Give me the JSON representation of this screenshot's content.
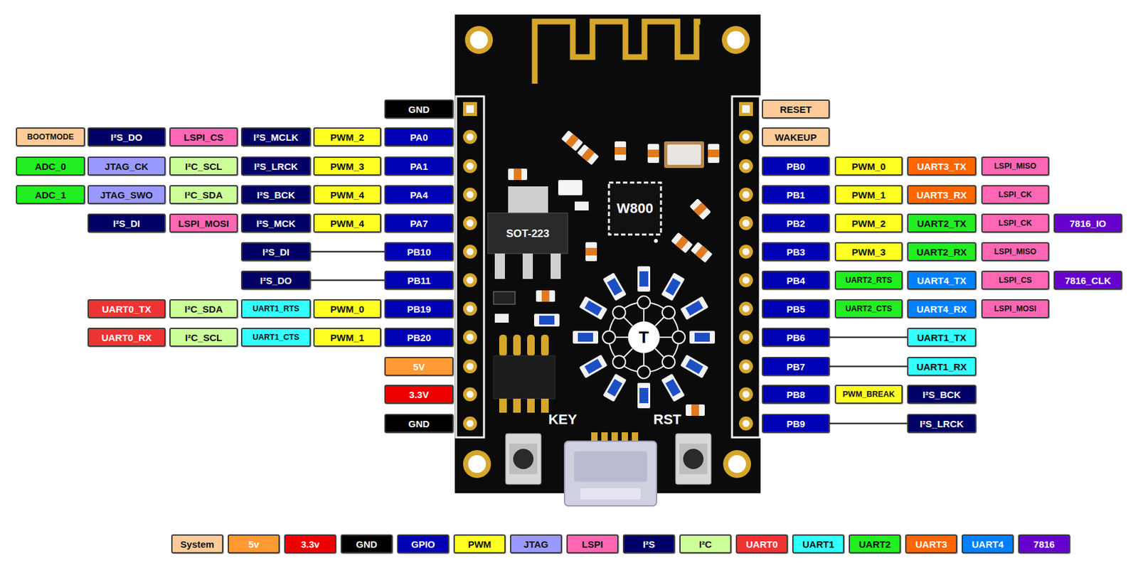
{
  "diagram": {
    "nodes": [
      {
        "text": [
          "GND"
        ]
      },
      {
        "text": [
          "RESET"
        ]
      },
      {
        "text": [
          "BOOTMODE"
        ]
      },
      {
        "text": [
          "I²S_DO"
        ]
      },
      {
        "text": [
          "LSPI_CS"
        ]
      },
      {
        "text": [
          "I²S_MCLK"
        ]
      },
      {
        "text": [
          "PWM_2"
        ]
      },
      {
        "text": [
          "PA0"
        ]
      },
      {
        "text": [
          "WAKEUP"
        ]
      },
      {
        "text": [
          "ADC_0"
        ]
      },
      {
        "text": [
          "JTAG_CK"
        ]
      },
      {
        "text": [
          "I²C_SCL"
        ]
      },
      {
        "text": [
          "I²S_LRCK"
        ]
      },
      {
        "text": [
          "PWM_3"
        ]
      },
      {
        "text": [
          "PA1"
        ]
      },
      {
        "text": [
          "PB0"
        ]
      },
      {
        "text": [
          "PWM_0"
        ]
      },
      {
        "text": [
          "UART3_TX"
        ]
      },
      {
        "text": [
          "LSPI_MISO"
        ]
      },
      {
        "text": [
          "ADC_1"
        ]
      },
      {
        "text": [
          "JTAG_SWO"
        ]
      },
      {
        "text": [
          "I²C_SDA"
        ]
      },
      {
        "text": [
          "I²S_BCK"
        ]
      },
      {
        "text": [
          "PWM_4"
        ]
      },
      {
        "text": [
          "PA4"
        ]
      },
      {
        "text": [
          "PB1"
        ]
      },
      {
        "text": [
          "PWM_1"
        ]
      },
      {
        "text": [
          "UART3_RX"
        ]
      },
      {
        "text": [
          "LSPI_CK"
        ]
      },
      {
        "text": [
          "I²S_DI"
        ]
      },
      {
        "text": [
          "LSPI_MOSI"
        ]
      },
      {
        "text": [
          "I²S_MCK"
        ]
      },
      {
        "text": [
          "PWM_4"
        ]
      },
      {
        "text": [
          "PA7"
        ]
      },
      {
        "text": [
          "PB2"
        ]
      },
      {
        "text": [
          "PWM_2"
        ]
      },
      {
        "text": [
          "UART2_TX"
        ]
      },
      {
        "text": [
          "LSPI_CK"
        ]
      },
      {
        "text": [
          "7816_IO"
        ]
      },
      {
        "text": [
          "I²S_DI"
        ]
      },
      {
        "text": [
          "PB10"
        ]
      },
      {
        "text": [
          "PB3"
        ]
      },
      {
        "text": [
          "PWM_3"
        ]
      },
      {
        "text": [
          "UART2_RX"
        ]
      },
      {
        "text": [
          "LSPI_MISO"
        ]
      },
      {
        "text": [
          "I²S_DO"
        ]
      },
      {
        "text": [
          "PB11"
        ]
      },
      {
        "text": [
          "PB4"
        ]
      },
      {
        "text": [
          "UART2_RTS"
        ]
      },
      {
        "text": [
          "UART4_TX"
        ]
      },
      {
        "text": [
          "LSPI_CS"
        ]
      },
      {
        "text": [
          "7816_CLK"
        ]
      },
      {
        "text": [
          "UART0_TX"
        ]
      },
      {
        "text": [
          "I²C_SDA"
        ]
      },
      {
        "text": [
          "UART1_RTS"
        ]
      },
      {
        "text": [
          "PWM_0"
        ]
      },
      {
        "text": [
          "PB19"
        ]
      },
      {
        "text": [
          "PB5"
        ]
      },
      {
        "text": [
          "UART2_CTS"
        ]
      },
      {
        "text": [
          "UART4_RX"
        ]
      },
      {
        "text": [
          "LSPI_MOSI"
        ]
      },
      {
        "text": [
          "UART0_RX"
        ]
      },
      {
        "text": [
          "I²C_SCL"
        ]
      },
      {
        "text": [
          "UART1_CTS"
        ]
      },
      {
        "text": [
          "PWM_1"
        ]
      },
      {
        "text": [
          "PB20"
        ]
      },
      {
        "text": [
          "PB6"
        ]
      },
      {
        "text": [
          "UART1_TX"
        ]
      },
      {
        "text": [
          "5V"
        ]
      },
      {
        "text": [
          "PB7"
        ]
      },
      {
        "text": [
          "UART1_RX"
        ]
      },
      {
        "text": [
          "3.3V"
        ]
      },
      {
        "text": [
          "PB8"
        ]
      },
      {
        "text": [
          "PWM_BREAK"
        ]
      },
      {
        "text": [
          "I²S_BCK"
        ]
      },
      {
        "text": [
          "GND"
        ]
      },
      {
        "text": [
          "PB9"
        ]
      },
      {
        "text": [
          "I²S_LRCK"
        ]
      }
    ],
    "edges": [
      {
        "from": 39,
        "to": 40,
        "arrow": "none"
      },
      {
        "from": 45,
        "to": 46,
        "arrow": "none"
      },
      {
        "from": 66,
        "to": 67,
        "arrow": "none"
      },
      {
        "from": 69,
        "to": 70,
        "arrow": "none"
      },
      {
        "from": 76,
        "to": 77,
        "arrow": "none"
      }
    ],
    "labels": [
      "W800",
      "SOT-223",
      "T",
      "KEY",
      "RST"
    ],
    "legend": [
      {
        "text": "System",
        "color": "#FFCC99"
      },
      {
        "text": "5v",
        "color": "#FF9933"
      },
      {
        "text": "3.3v",
        "color": "#EE0000"
      },
      {
        "text": "GND",
        "color": "#000000"
      },
      {
        "text": "GPIO",
        "color": "#0000B4"
      },
      {
        "text": "PWM",
        "color": "#FFFF22"
      },
      {
        "text": "JTAG",
        "color": "#9999FF"
      },
      {
        "text": "LSPI",
        "color": "#FF66B3"
      },
      {
        "text": "I²S",
        "color": "#000066"
      },
      {
        "text": "I²C",
        "color": "#CCFF99"
      },
      {
        "text": "UART0",
        "color": "#EE3333"
      },
      {
        "text": "UART1",
        "color": "#33FFFF"
      },
      {
        "text": "UART2",
        "color": "#22EE22"
      },
      {
        "text": "UART3",
        "color": "#FF6600"
      },
      {
        "text": "UART4",
        "color": "#0080FF"
      },
      {
        "text": "7816",
        "color": "#6600CC"
      }
    ]
  }
}
